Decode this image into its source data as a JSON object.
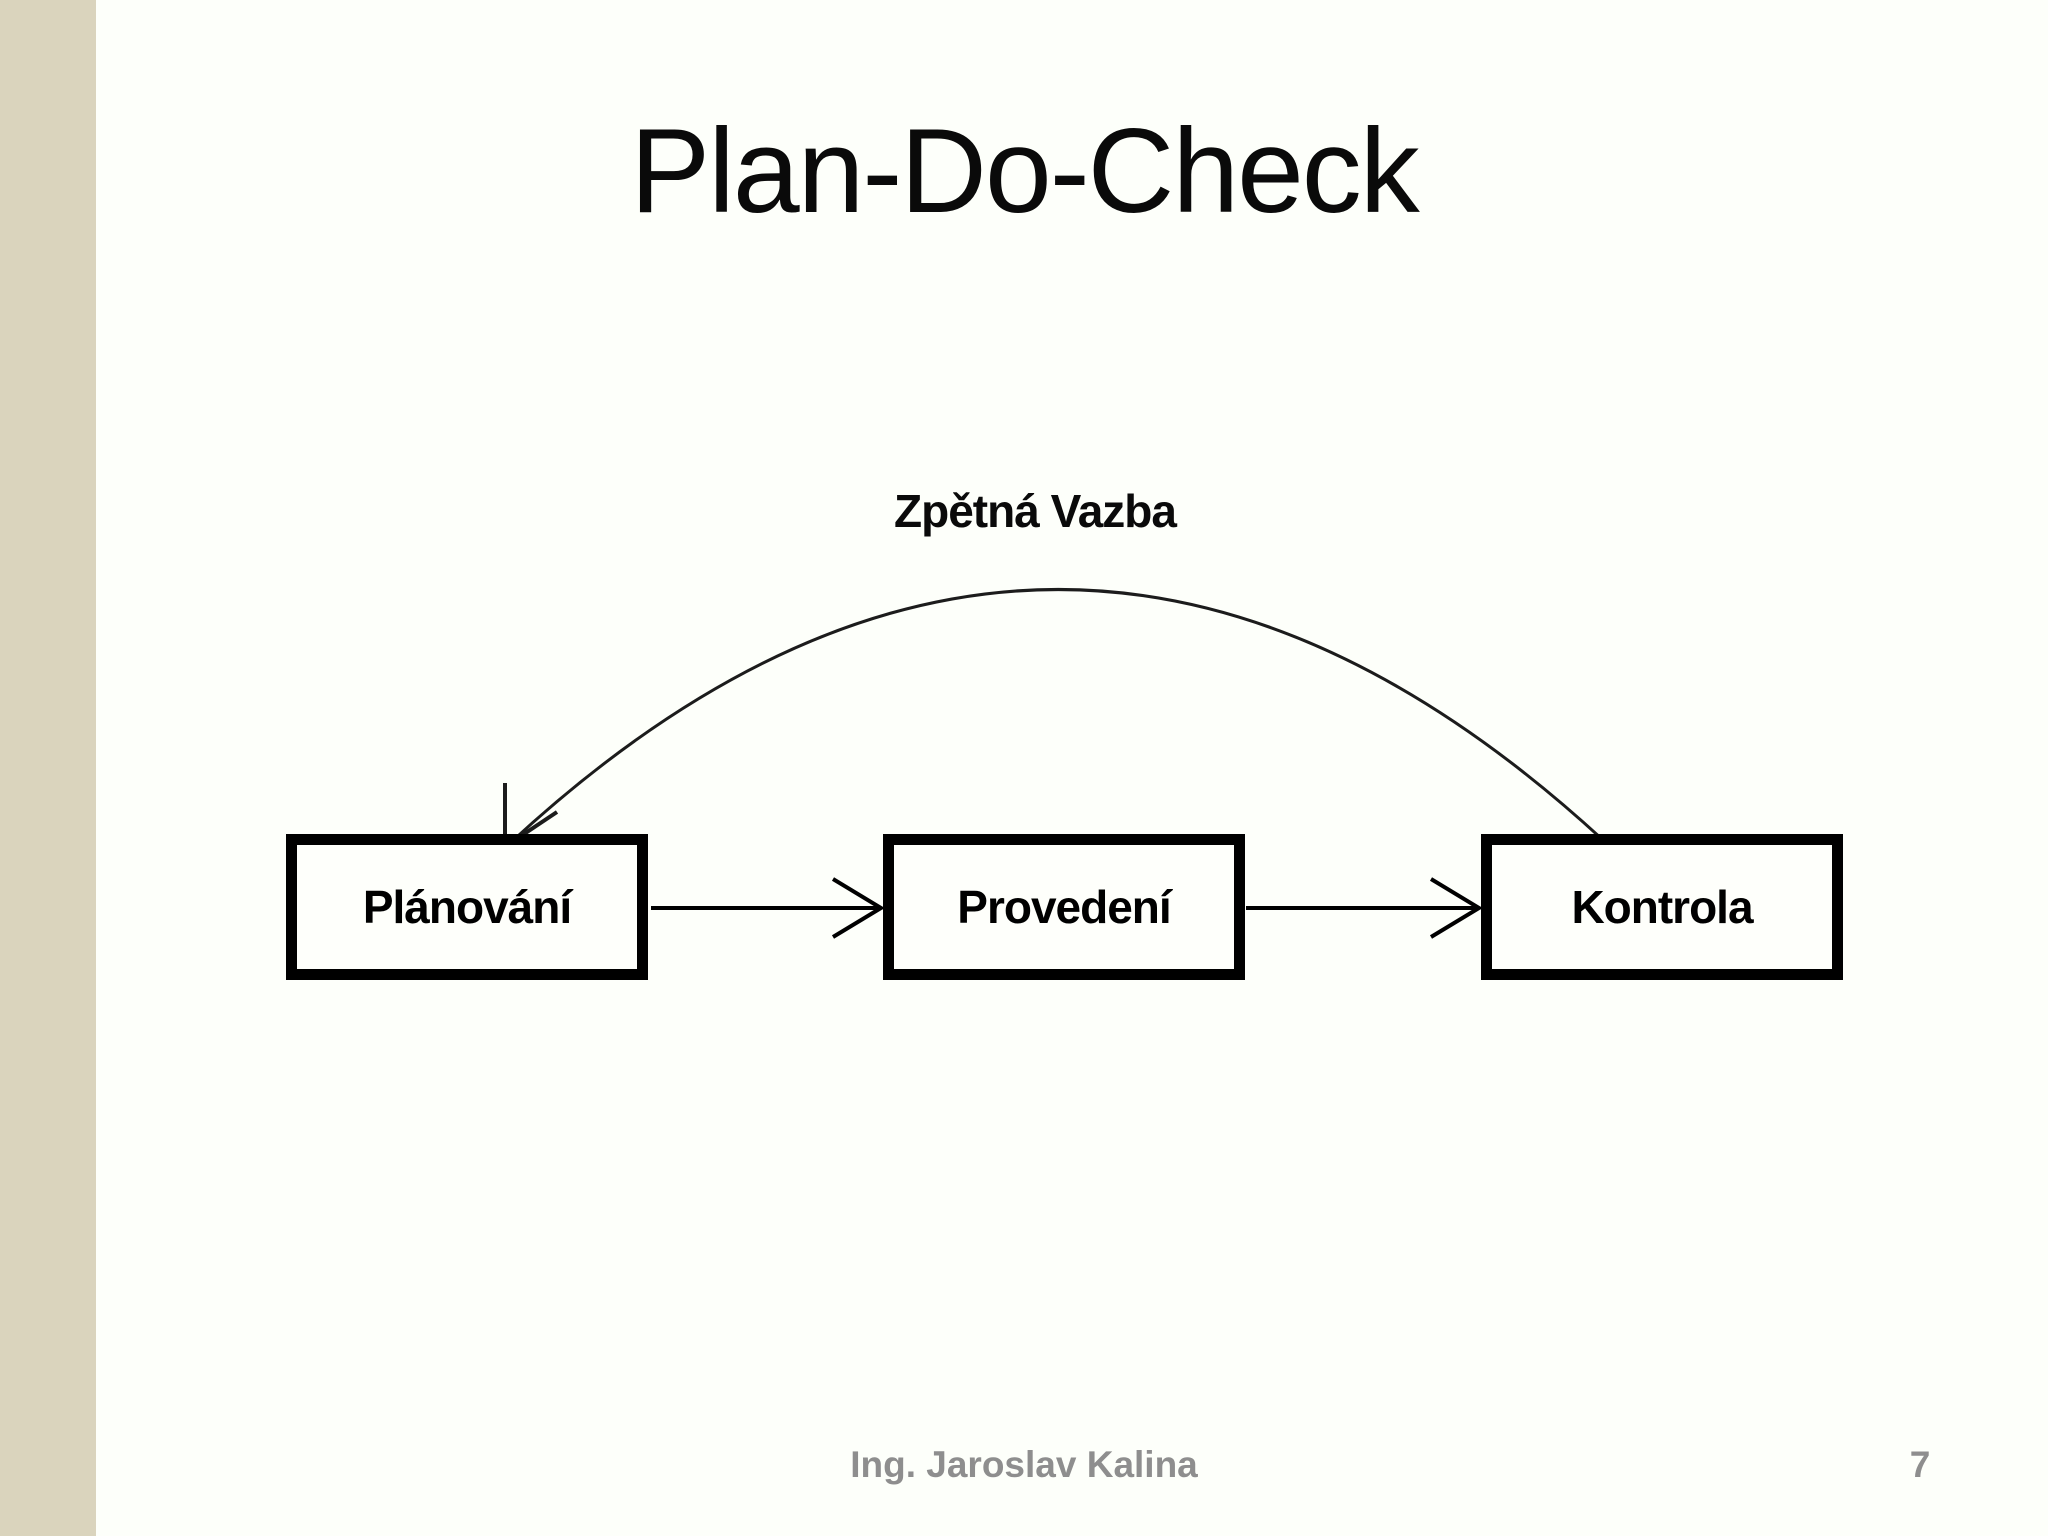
{
  "slide": {
    "title": "Plan-Do-Check",
    "diagram": {
      "feedback_label": "Zpětná Vazba",
      "boxes": [
        {
          "id": "planovani",
          "label": "Plánování"
        },
        {
          "id": "provedeni",
          "label": "Provedení"
        },
        {
          "id": "kontrola",
          "label": "Kontrola"
        }
      ],
      "arrows": [
        "Plánování → Provedení",
        "Provedení → Kontrola",
        "Kontrola → Plánování (Zpětná Vazba)"
      ]
    },
    "footer": {
      "author": "Ing. Jaroslav Kalina",
      "page_number": "7"
    },
    "colors": {
      "accent_stripe": "#dad4bd",
      "background": "#fdfffa",
      "ink": "#000000",
      "footer_text": "#8e8e8e"
    }
  }
}
